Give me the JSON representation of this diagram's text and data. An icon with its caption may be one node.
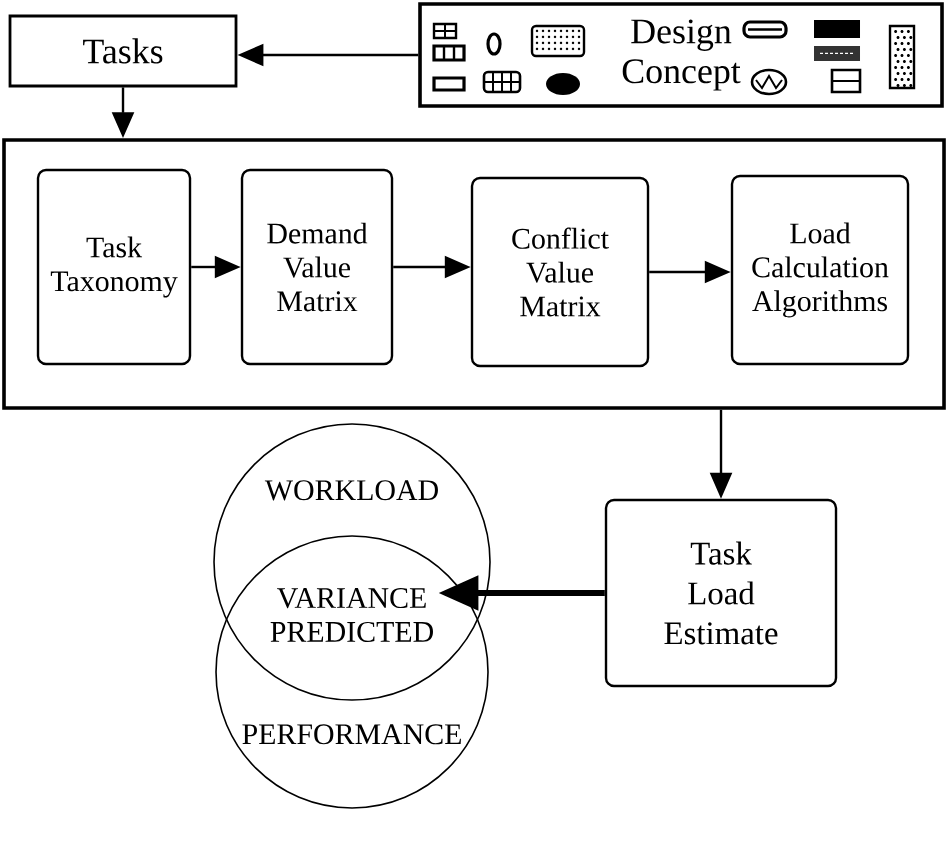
{
  "diagram": {
    "nodes": [
      {
        "text": [
          "Tasks"
        ]
      },
      {
        "text": [
          "Design Concept"
        ]
      },
      {
        "text": [],
        "shape": "box"
      },
      {
        "text": [
          "Task Taxonomy"
        ],
        "in": 2
      },
      {
        "text": [
          "Demand Value Matrix"
        ],
        "in": 2
      },
      {
        "text": [
          "Conflict Value Matrix"
        ],
        "in": 2
      },
      {
        "text": [
          "Load Calculation Algorithms"
        ],
        "in": 2
      },
      {
        "text": [
          "Task Load Estimate"
        ]
      },
      {
        "text": [
          "WORKLOAD"
        ]
      },
      {
        "text": [
          "VARIANCE PREDICTED"
        ]
      },
      {
        "text": [
          "PERFORMANCE"
        ]
      }
    ],
    "edges": [
      {
        "from": 1,
        "to": 0,
        "arrow": "to"
      },
      {
        "from": 0,
        "to": 2,
        "arrow": "to"
      },
      {
        "from": 3,
        "to": 4,
        "arrow": "to"
      },
      {
        "from": 4,
        "to": 5,
        "arrow": "to"
      },
      {
        "from": 5,
        "to": 6,
        "arrow": "to"
      },
      {
        "from": 2,
        "to": 7,
        "arrow": "to"
      },
      {
        "from": 7,
        "to": 9,
        "arrow": "to",
        "style": "thick"
      }
    ]
  }
}
